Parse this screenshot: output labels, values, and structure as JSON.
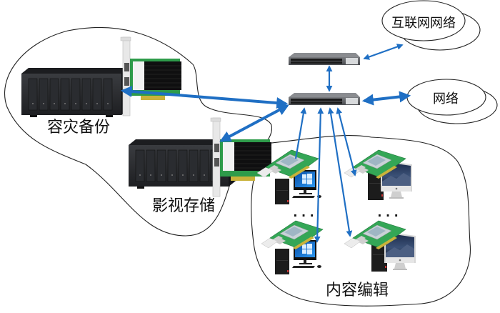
{
  "diagram": {
    "title": "",
    "colors": {
      "link": "#1f6fc4",
      "nas_body": "#2b2d30",
      "switch_body": "#5a5c60",
      "pcb_green": "#2e9b4a",
      "windows_screen": "#1a7ad6",
      "mac_screen": "#2c3e63"
    },
    "zones": [
      {
        "id": "backup",
        "label": "容灾备份"
      },
      {
        "id": "storage",
        "label": "影视存储"
      },
      {
        "id": "editing",
        "label": "内容编辑"
      }
    ],
    "clouds": [
      {
        "id": "internet",
        "label": "互联网网络"
      },
      {
        "id": "network",
        "label": "网络"
      }
    ],
    "nodes": [
      {
        "id": "nas-backup",
        "type": "nas-with-nic",
        "zone": "backup"
      },
      {
        "id": "nas-storage",
        "type": "nas-with-nic",
        "zone": "storage"
      },
      {
        "id": "switch-top",
        "type": "switch"
      },
      {
        "id": "switch-core",
        "type": "switch"
      },
      {
        "id": "ws-win-1",
        "type": "windows-workstation",
        "zone": "editing"
      },
      {
        "id": "ws-mac-1",
        "type": "mac-workstation",
        "zone": "editing"
      },
      {
        "id": "ws-win-2",
        "type": "windows-workstation",
        "zone": "editing"
      },
      {
        "id": "ws-mac-2",
        "type": "mac-workstation",
        "zone": "editing"
      }
    ],
    "ellipsis": [
      "· · ·",
      "· · ·"
    ],
    "edges": [
      {
        "from": "switch-core",
        "to": "nas-backup",
        "direction": "both"
      },
      {
        "from": "switch-core",
        "to": "nas-storage",
        "direction": "both"
      },
      {
        "from": "switch-top",
        "to": "switch-core",
        "direction": "both"
      },
      {
        "from": "switch-top",
        "to": "internet",
        "direction": "both"
      },
      {
        "from": "switch-core",
        "to": "network",
        "direction": "both"
      },
      {
        "from": "ws-win-1",
        "to": "switch-core",
        "direction": "to"
      },
      {
        "from": "switch-core",
        "to": "ws-win-2",
        "direction": "to"
      },
      {
        "from": "switch-core",
        "to": "ws-mac-2",
        "direction": "both"
      },
      {
        "from": "switch-core",
        "to": "ws-mac-1",
        "direction": "both"
      }
    ]
  }
}
